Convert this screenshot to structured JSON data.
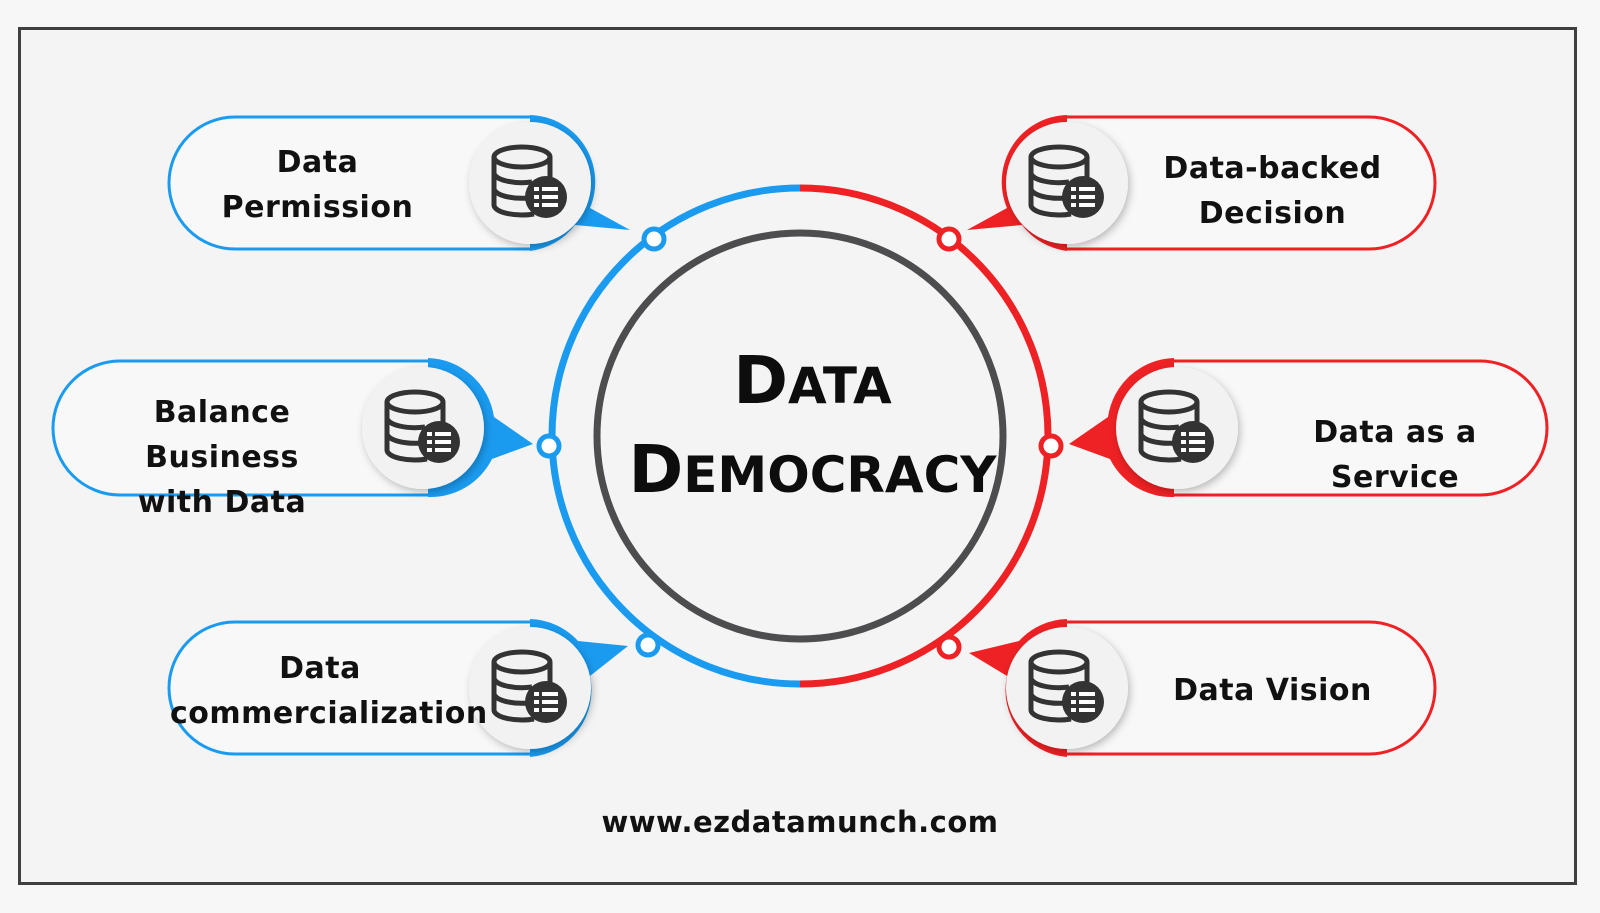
{
  "title": {
    "line1": "Data",
    "line2": "Democracy"
  },
  "colors": {
    "left": "#1a9bf0",
    "right": "#ee2124",
    "inner_ring": "#4d4d4f",
    "icon": "#333333"
  },
  "nodes": [
    {
      "side": "left",
      "line1": "Data",
      "line2": "Permission",
      "icon": "database-list-icon"
    },
    {
      "side": "left",
      "line1": "Balance Business",
      "line2": "with Data",
      "icon": "database-list-icon"
    },
    {
      "side": "left",
      "line1": "Data",
      "line2": "commercialization",
      "icon": "database-list-icon"
    },
    {
      "side": "right",
      "line1": "Data-backed",
      "line2": "Decision",
      "icon": "database-list-icon"
    },
    {
      "side": "right",
      "line1": "Data as a Service",
      "line2": "",
      "icon": "database-list-icon"
    },
    {
      "side": "right",
      "line1": "Data Vision",
      "line2": "",
      "icon": "database-list-icon"
    }
  ],
  "footer": "www.ezdatamunch.com"
}
